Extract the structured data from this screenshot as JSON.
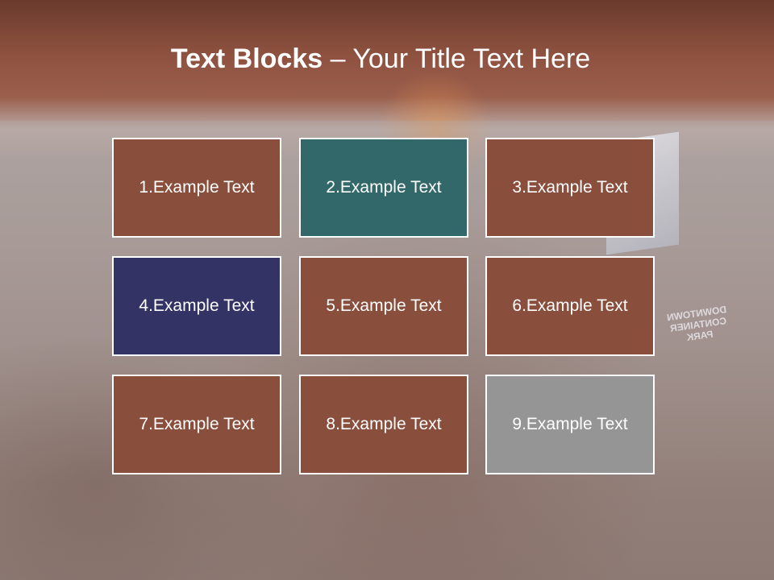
{
  "slide": {
    "title_bold": "Text Blocks",
    "title_dash": " – ",
    "title_rest": "Your Title Text Here"
  },
  "blocks": [
    {
      "label": "1.Example Text",
      "color": "#8a4e3c"
    },
    {
      "label": "2.Example Text",
      "color": "#33686a"
    },
    {
      "label": "3.Example Text",
      "color": "#8a4e3c"
    },
    {
      "label": "4.Example Text",
      "color": "#333366"
    },
    {
      "label": "5.Example Text",
      "color": "#8a4e3c"
    },
    {
      "label": "6.Example Text",
      "color": "#8a4e3c"
    },
    {
      "label": "7.Example Text",
      "color": "#8a4e3c"
    },
    {
      "label": "8.Example Text",
      "color": "#8a4e3c"
    },
    {
      "label": "9.Example Text",
      "color": "#959595"
    }
  ],
  "background_sign": {
    "lines": [
      "DOWNTOWN",
      "CONTAINER",
      "PARK"
    ]
  }
}
